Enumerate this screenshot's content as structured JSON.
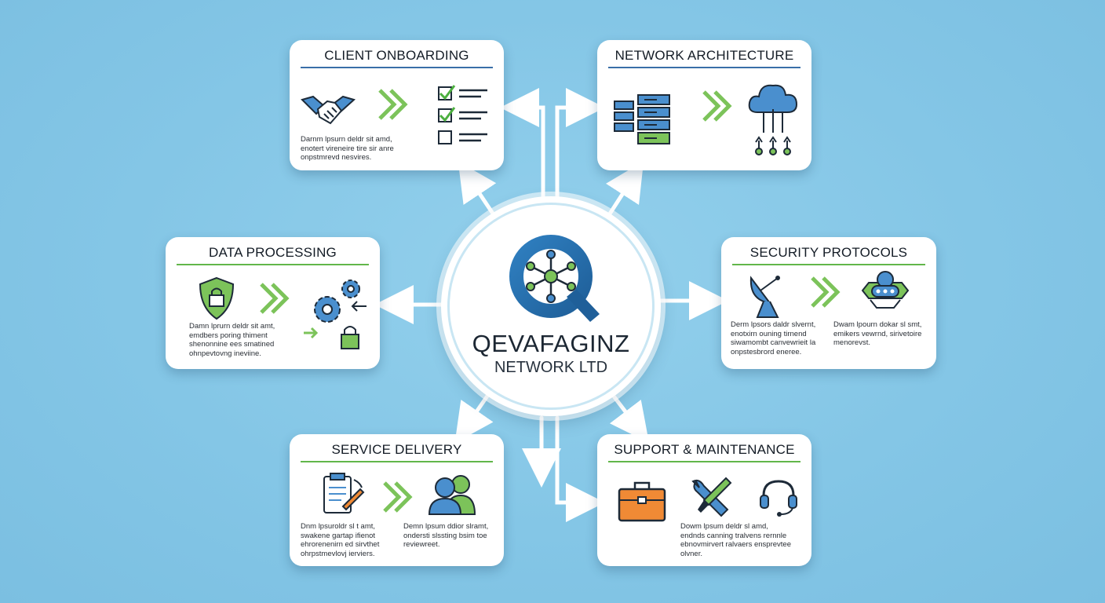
{
  "hub": {
    "company_name": "QEVAFAGINZ",
    "company_sub": "NETWORK LTD",
    "logo_icon": "network-hub-logo-icon"
  },
  "cards": {
    "client_onboarding": {
      "title": "CLIENT ONBOARDING",
      "body": "Darnm lpsurn deldr sit amd,\nenotert vireneire tire sir anre\nonpstmrevd nesvires.",
      "icons": [
        "handshake-icon",
        "forward-chevrons-icon",
        "checklist-icon"
      ]
    },
    "network_architecture": {
      "title": "NETWORK ARCHITECTURE",
      "icons": [
        "server-rack-icon",
        "forward-chevrons-icon",
        "cloud-network-icon"
      ]
    },
    "data_processing": {
      "title": "DATA PROCESSING",
      "body": "Damn lprurn deldr sit amt,\nemdbers poring thiment\nshenonnine ees smatined\nohnpevtovng ineviine.",
      "icons": [
        "shield-lock-icon",
        "forward-chevrons-icon",
        "gears-lock-icon"
      ]
    },
    "security_protocols": {
      "title": "SECURITY PROTOCOLS",
      "body_left": "Derm lpsors daldr slvernt,\nenotxirn ouning tirnend\nsiwamombt canvewrieit la\nonpstesbrord eneree.",
      "body_right": "Dwam lpourn dokar sl smt,\nemikers vewrnd, sirivetoire\nmenorevst.",
      "icons": [
        "satellite-dish-icon",
        "forward-chevrons-icon",
        "security-badge-icon"
      ]
    },
    "service_delivery": {
      "title": "SERVICE DELIVERY",
      "body_left": "Dnm lpsuroldr sl t amt,\nswakene gartap ifienot\nehrorenenirn ed sirvthet\nohrpstmevlovj ierviers.",
      "body_right": "Demn lpsum ddior slramt,\nondersti slssting bsim toe\nreviewreet.",
      "icons": [
        "clipboard-tools-icon",
        "forward-chevrons-icon",
        "team-users-icon"
      ]
    },
    "support_maintenance": {
      "title": "SUPPORT & MAINTENANCE",
      "body": "Dowm lpsum deldr sl amd,\nendnds canning tralvens rernnle\nebnovmirvert ralvaers ensprevtee\nolvner.",
      "icons": [
        "toolbox-icon",
        "wrench-screwdriver-icon",
        "headset-icon"
      ]
    }
  },
  "colors": {
    "background": "#84c6e6",
    "accent_blue": "#3a6fa8",
    "accent_green": "#62b64a",
    "icon_blue": "#4a8fce",
    "icon_green": "#7cc35a",
    "toolbox_orange": "#f08a35"
  }
}
